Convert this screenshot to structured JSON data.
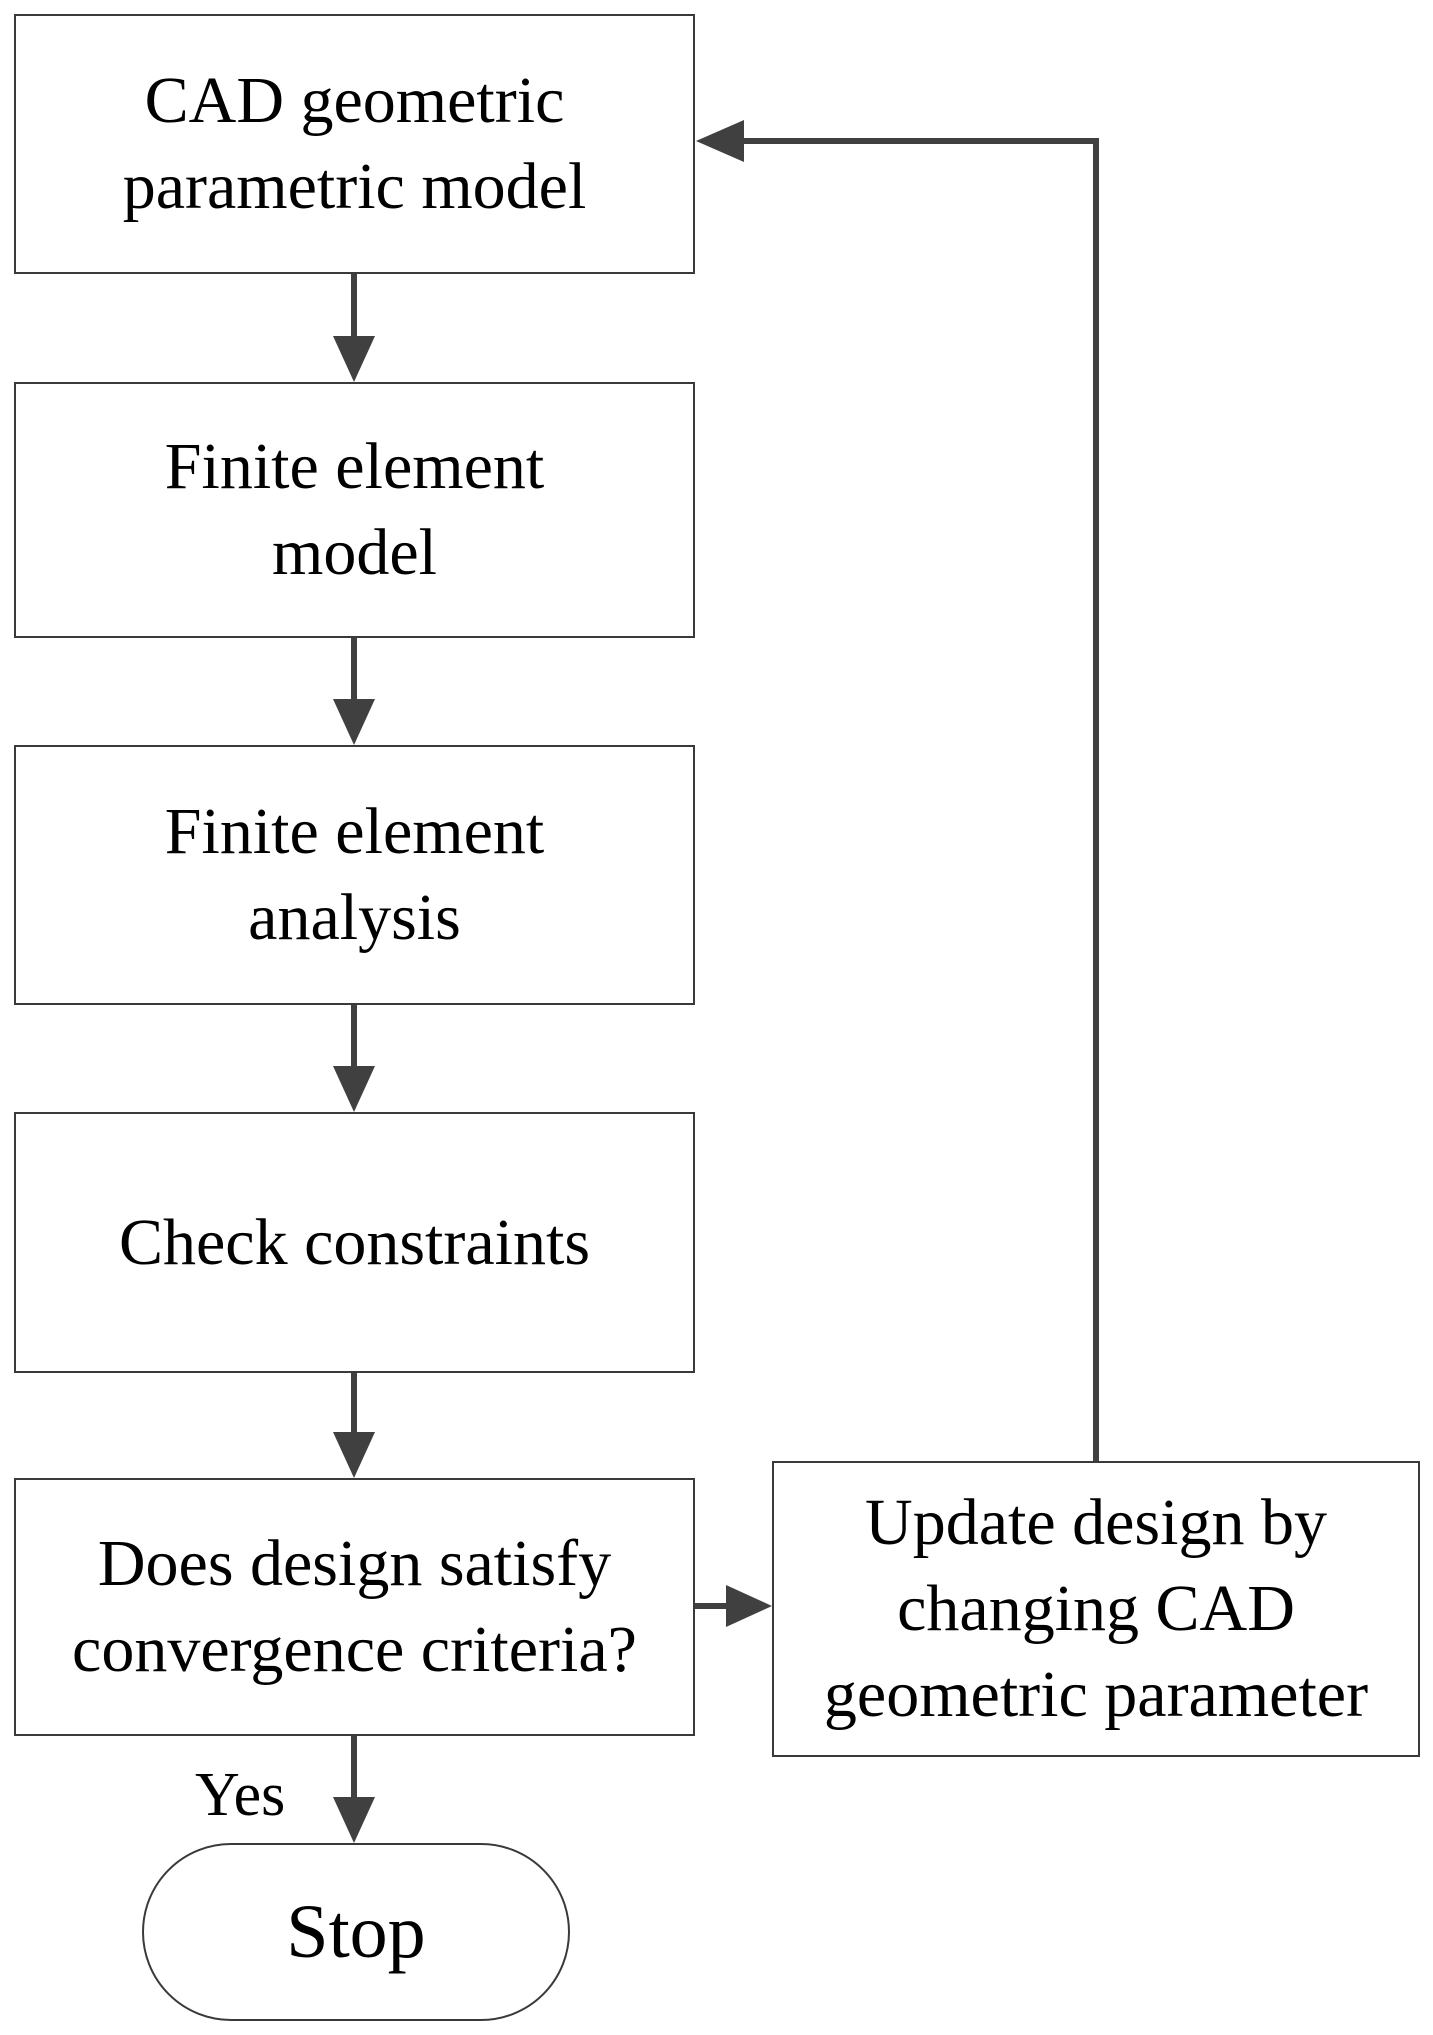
{
  "nodes": {
    "cad_model": {
      "lines": [
        "CAD geometric",
        "parametric model"
      ]
    },
    "fe_model": {
      "lines": [
        "Finite element",
        "model"
      ]
    },
    "fe_analysis": {
      "lines": [
        "Finite element",
        "analysis"
      ]
    },
    "check_constraints": {
      "lines": [
        "Check constraints"
      ]
    },
    "convergence": {
      "lines": [
        "Does design satisfy",
        "convergence criteria?"
      ]
    },
    "update_design": {
      "lines": [
        "Update design by",
        "changing CAD",
        "geometric parameter"
      ]
    },
    "stop": {
      "lines": [
        "Stop"
      ]
    }
  },
  "edges": {
    "yes_label": "Yes"
  },
  "colors": {
    "stroke": "#404040",
    "border": "#3a3a3a",
    "background": "#ffffff",
    "text": "#000000"
  }
}
